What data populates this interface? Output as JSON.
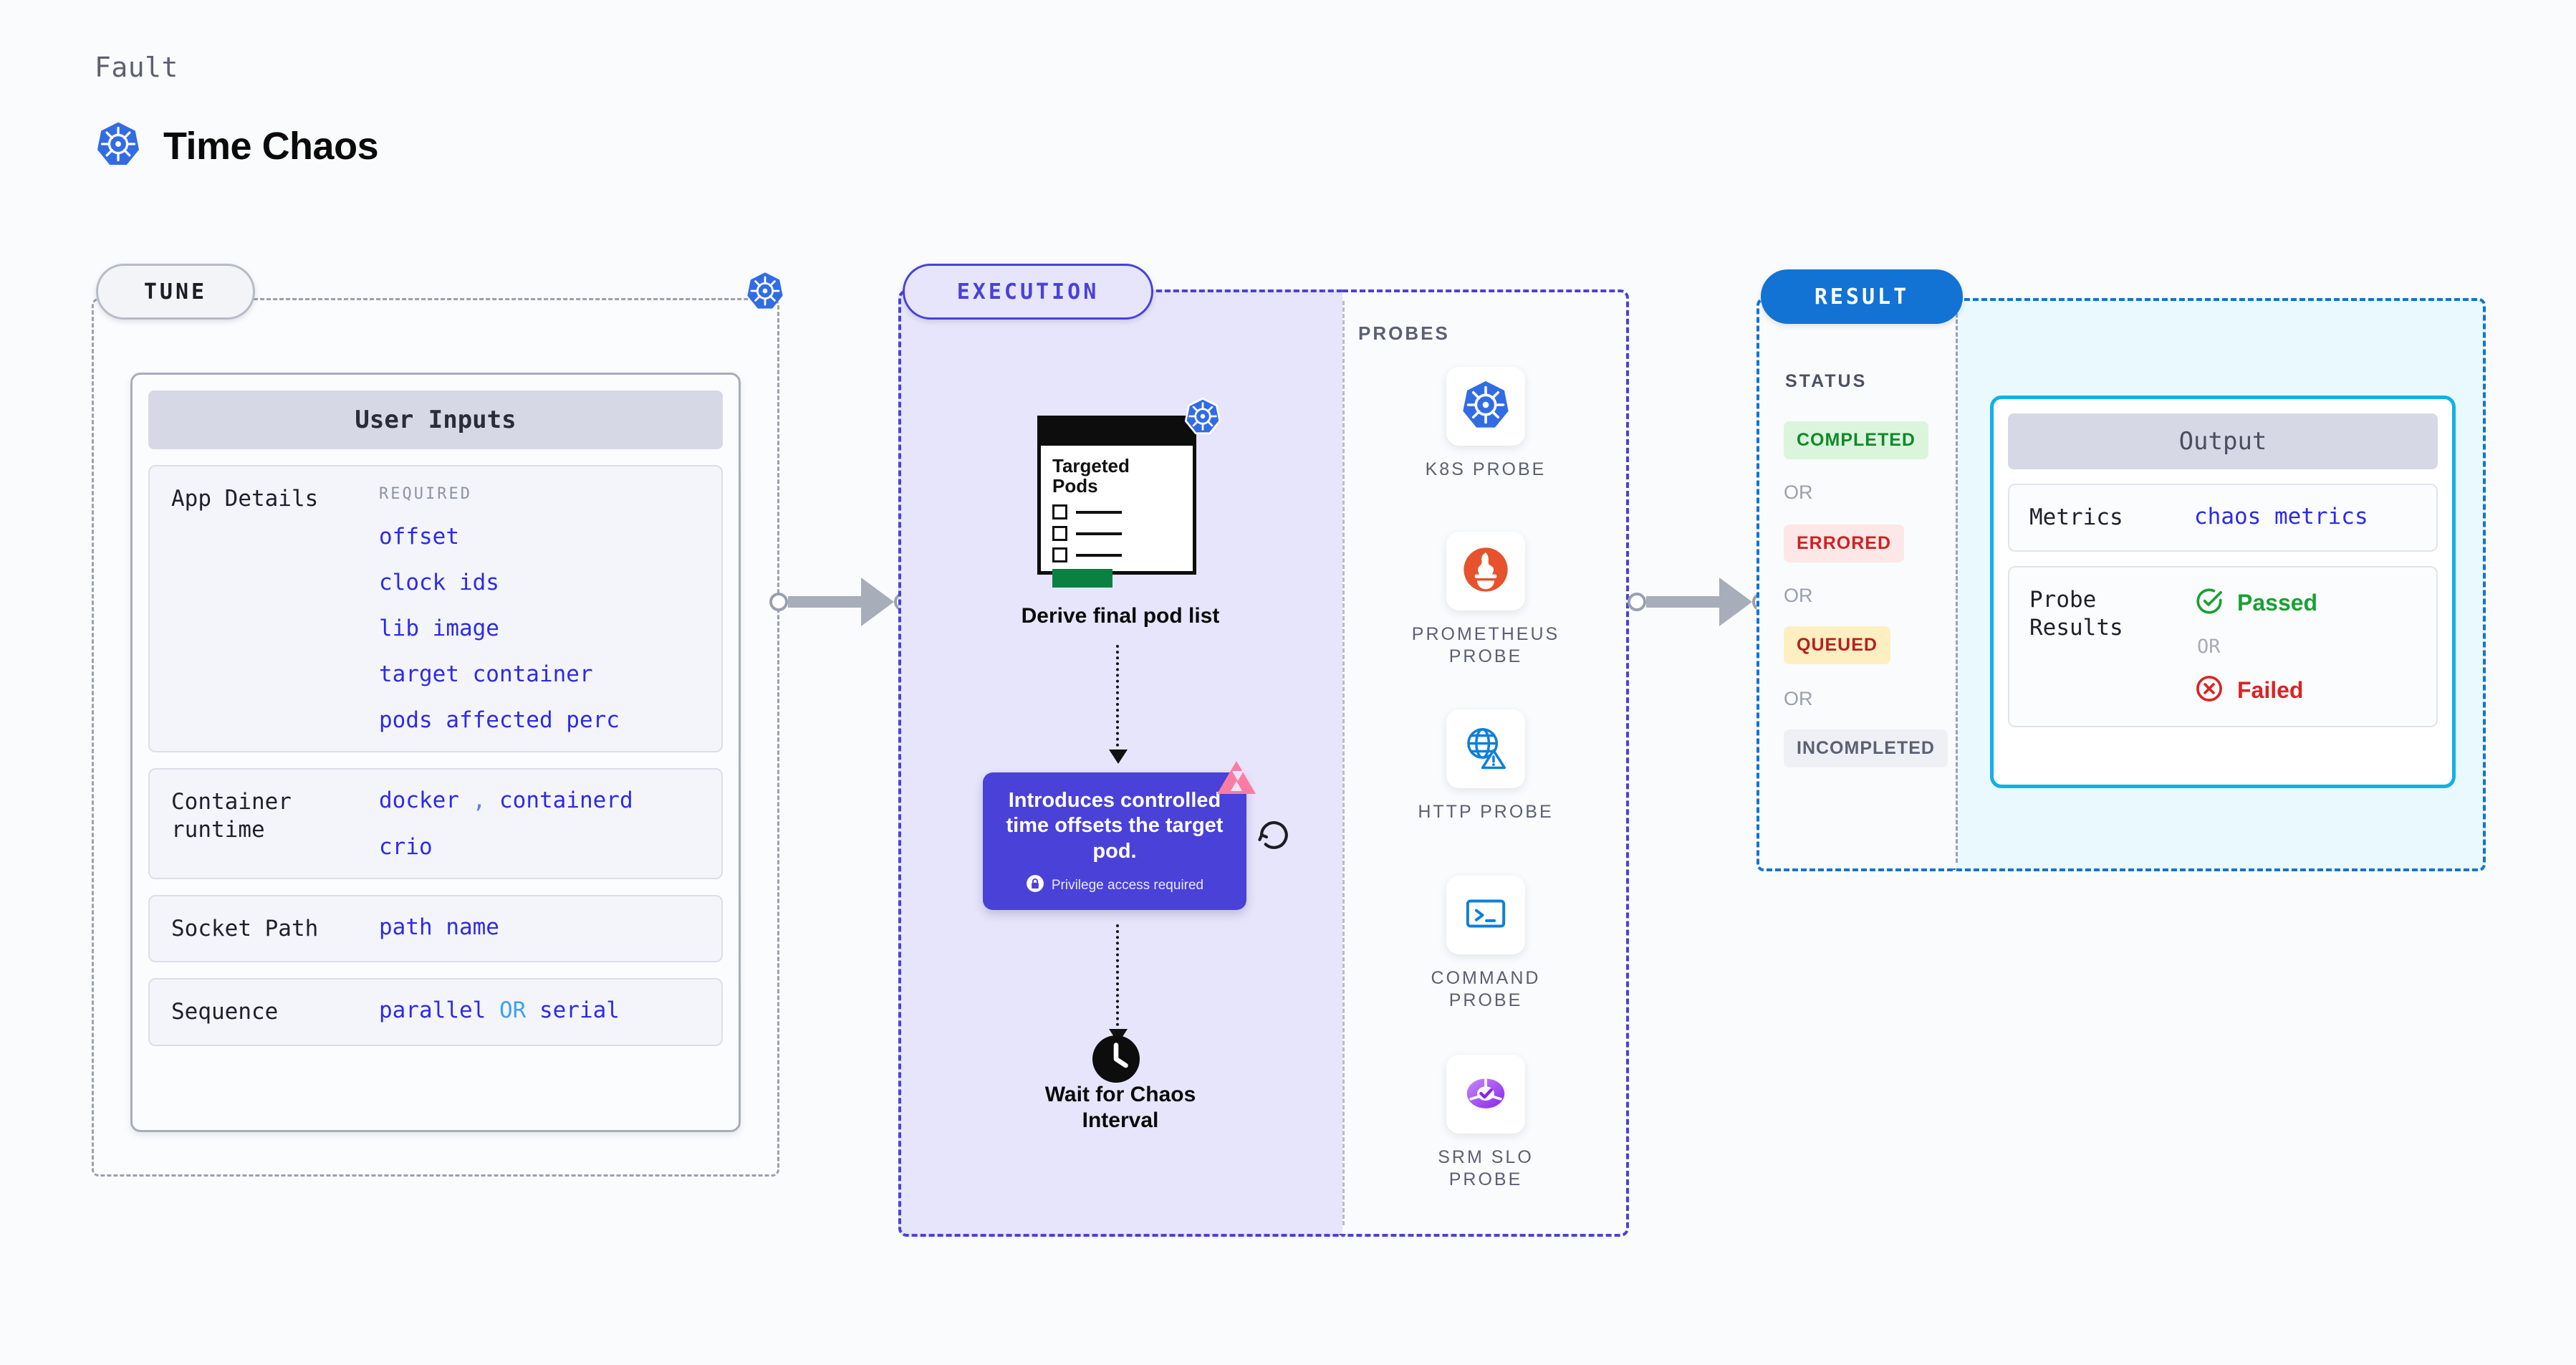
{
  "header": {
    "eyebrow": "Fault",
    "title": "Time Chaos",
    "icon": "kubernetes-logo"
  },
  "stages": {
    "tune": "TUNE",
    "execution": "EXECUTION",
    "result": "RESULT"
  },
  "tune": {
    "card_title": "User Inputs",
    "rows": [
      {
        "label": "App Details",
        "required_label": "REQUIRED",
        "values": [
          "offset",
          "clock ids",
          "lib image",
          "target container",
          "pods affected perc"
        ]
      },
      {
        "label": "Container runtime",
        "value_line_1_a": "docker",
        "value_line_1_sep": ",",
        "value_line_1_b": "containerd",
        "value_line_2": "crio"
      },
      {
        "label": "Socket Path",
        "value": "path name"
      },
      {
        "label": "Sequence",
        "value_a": "parallel",
        "value_or": "OR",
        "value_b": "serial"
      }
    ]
  },
  "execution": {
    "pods_card": {
      "title_line_1": "Targeted",
      "title_line_2": "Pods",
      "icon": "kubernetes-logo"
    },
    "derive_label": "Derive final pod list",
    "tooltip": {
      "text": "Introduces controlled time offsets the target pod.",
      "note": "Privilege access required",
      "note_icon": "lock-icon",
      "corner_icon": "litmus-logo"
    },
    "loop_icon": "refresh-icon",
    "wait_label": "Wait for Chaos Interval",
    "wait_icon": "clock-icon"
  },
  "probes": {
    "title": "PROBES",
    "items": [
      {
        "name": "K8S PROBE",
        "icon": "kubernetes-logo"
      },
      {
        "name": "PROMETHEUS PROBE",
        "icon": "prometheus-logo"
      },
      {
        "name": "HTTP PROBE",
        "icon": "globe-warning-icon"
      },
      {
        "name": "COMMAND PROBE",
        "icon": "terminal-icon"
      },
      {
        "name": "SRM SLO PROBE",
        "icon": "srm-slo-donut-icon"
      }
    ]
  },
  "result": {
    "status_title": "STATUS",
    "or_label": "OR",
    "statuses": [
      {
        "label": "COMPLETED",
        "bg": "#dbf5dd",
        "fg": "#0f8a28"
      },
      {
        "label": "ERRORED",
        "bg": "#fde7e7",
        "fg": "#cc2222"
      },
      {
        "label": "QUEUED",
        "bg": "#fdefc2",
        "fg": "#b52020"
      },
      {
        "label": "INCOMPLETED",
        "bg": "#eef0f5",
        "fg": "#5b6073"
      }
    ],
    "output": {
      "card_title": "Output",
      "metrics_label": "Metrics",
      "metrics_value": "chaos metrics",
      "probe_results_label": "Probe Results",
      "passed_label": "Passed",
      "failed_label": "Failed",
      "or_label": "OR",
      "passed_icon": "check-circle-icon",
      "failed_icon": "x-circle-icon"
    }
  },
  "colors": {
    "accent_purple": "#4a41d8",
    "accent_blue": "#1273d4",
    "accent_cyan": "#12b0e8",
    "value_blue": "#2d2be6",
    "k8s_blue": "#326ce5",
    "litmus_pink": "#fb7ca3"
  }
}
